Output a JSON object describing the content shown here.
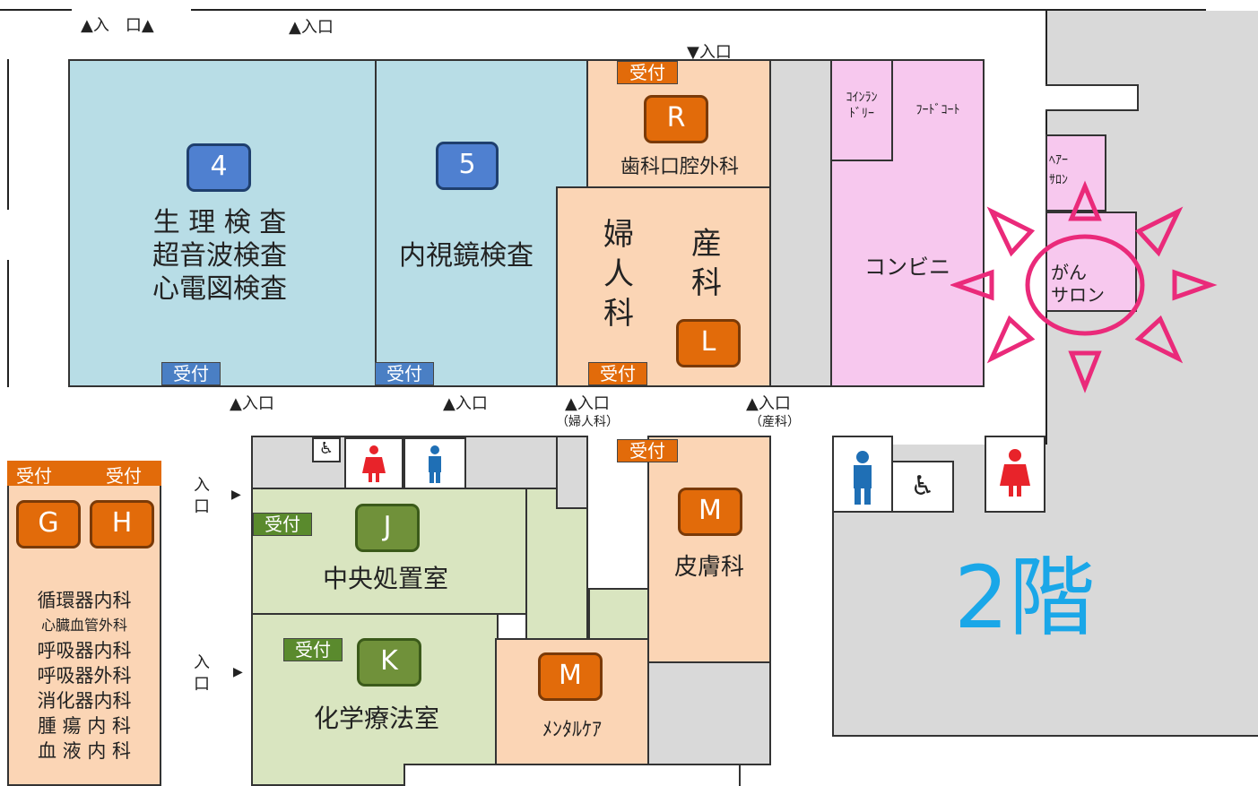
{
  "floor": {
    "label": "2階"
  },
  "entrances": {
    "top_left_1": "▲入　口▲",
    "top_left_2": "▲入口",
    "top_right": "▼入口",
    "bottom_1": "▲入口",
    "bottom_2": "▲入口",
    "bottom_3": "▲入口",
    "bottom_3_note": "（婦人科）",
    "bottom_4": "▲入口",
    "bottom_4_note": "（産科）",
    "left_upper": "入\n口",
    "left_lower": "入\n口"
  },
  "rooms": {
    "room4": {
      "badge": "4",
      "lines": [
        "生 理 検 査",
        "超音波検査",
        "心電図検査"
      ],
      "reception": "受付"
    },
    "room5": {
      "badge": "5",
      "name": "内視鏡検査",
      "reception": "受付"
    },
    "roomR": {
      "badge": "R",
      "name": "歯科口腔外科",
      "reception": "受付"
    },
    "roomL": {
      "badge": "L",
      "gyn": "婦\n人\n科",
      "obs": "産\n科",
      "reception": "受付"
    },
    "coin_laundry": "ｺｲﾝﾗﾝ\nﾄﾞﾘｰ",
    "food_court": "ﾌｰﾄﾞｺｰﾄ",
    "convenience": "コンビニ",
    "hair_salon": "ﾍｱｰ\nｻﾛﾝ",
    "cancer_salon": "がん\nサロン",
    "roomGH": {
      "reception_left": "受付",
      "reception_right": "受付",
      "badge_g": "G",
      "badge_h": "H",
      "depts": [
        "循環器内科",
        "心臓血管外科",
        "呼吸器内科",
        "呼吸器外科",
        "消化器内科",
        "腫 瘍 内 科",
        "血 液 内 科"
      ]
    },
    "roomJ": {
      "badge": "J",
      "name": "中央処置室",
      "reception": "受付"
    },
    "roomK": {
      "badge": "K",
      "name": "化学療法室",
      "reception": "受付"
    },
    "roomM1": {
      "badge": "M",
      "name": "皮膚科",
      "reception": "受付"
    },
    "roomM2": {
      "badge": "M",
      "name": "ﾒﾝﾀﾙｹｱ"
    }
  },
  "icons": {
    "accessible": "♿",
    "female": "female-toilet",
    "male": "male-toilet"
  },
  "colors": {
    "highlight": "#ea2a7a",
    "floor_label": "#1aa7e8"
  }
}
